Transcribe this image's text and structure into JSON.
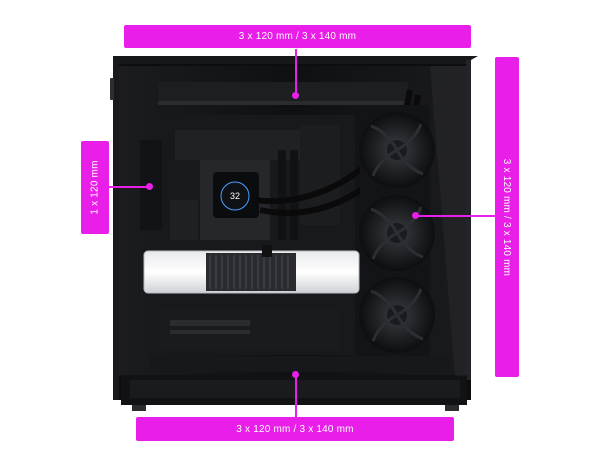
{
  "colors": {
    "accent": "#e91ee9",
    "case": "#121214",
    "panel": "#1c1d20"
  },
  "labels": {
    "top": "3 x 120 mm / 3 x 140 mm",
    "left": "1 x 120 mm",
    "right": "3 x 120 mm / 3 x 140 mm",
    "bottom": "3 x 120 mm / 3 x 140 mm"
  },
  "cooler_display": {
    "temperature": "32"
  }
}
